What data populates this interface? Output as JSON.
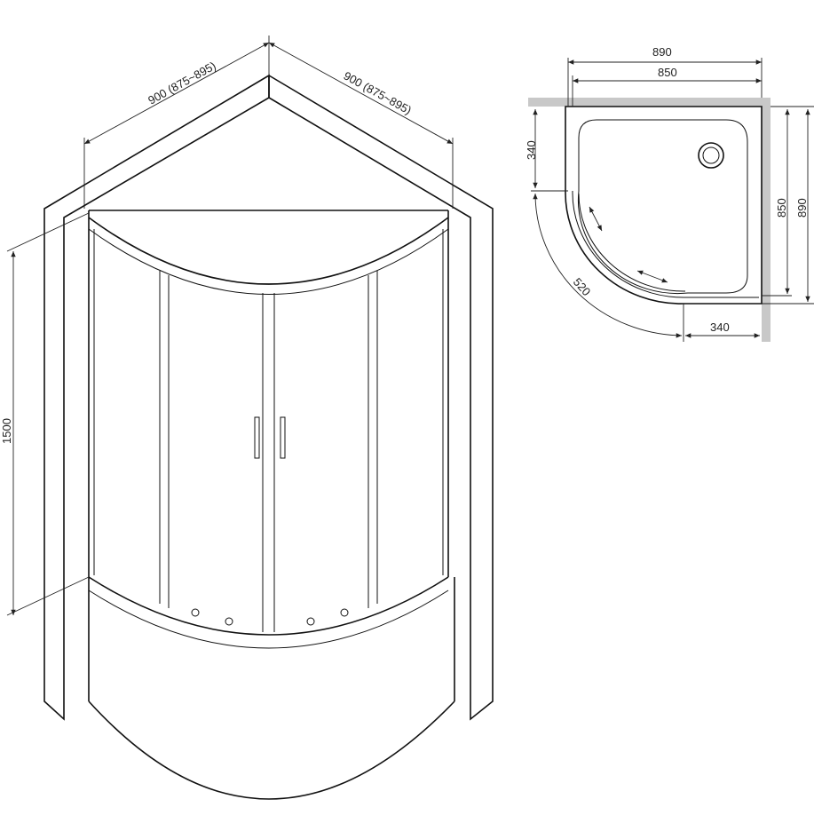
{
  "front_view": {
    "width_left_label": "900 (875~895)",
    "width_right_label": "900 (875~895)",
    "height_label": "1500"
  },
  "plan_view": {
    "outer_width_label": "890",
    "inner_width_label": "850",
    "left_straight_label": "340",
    "arc_label": "520",
    "bottom_straight_label": "340",
    "inner_depth_label": "850",
    "outer_depth_label": "890"
  },
  "colors": {
    "line": "#111111",
    "wall": "#c8c8c8"
  }
}
